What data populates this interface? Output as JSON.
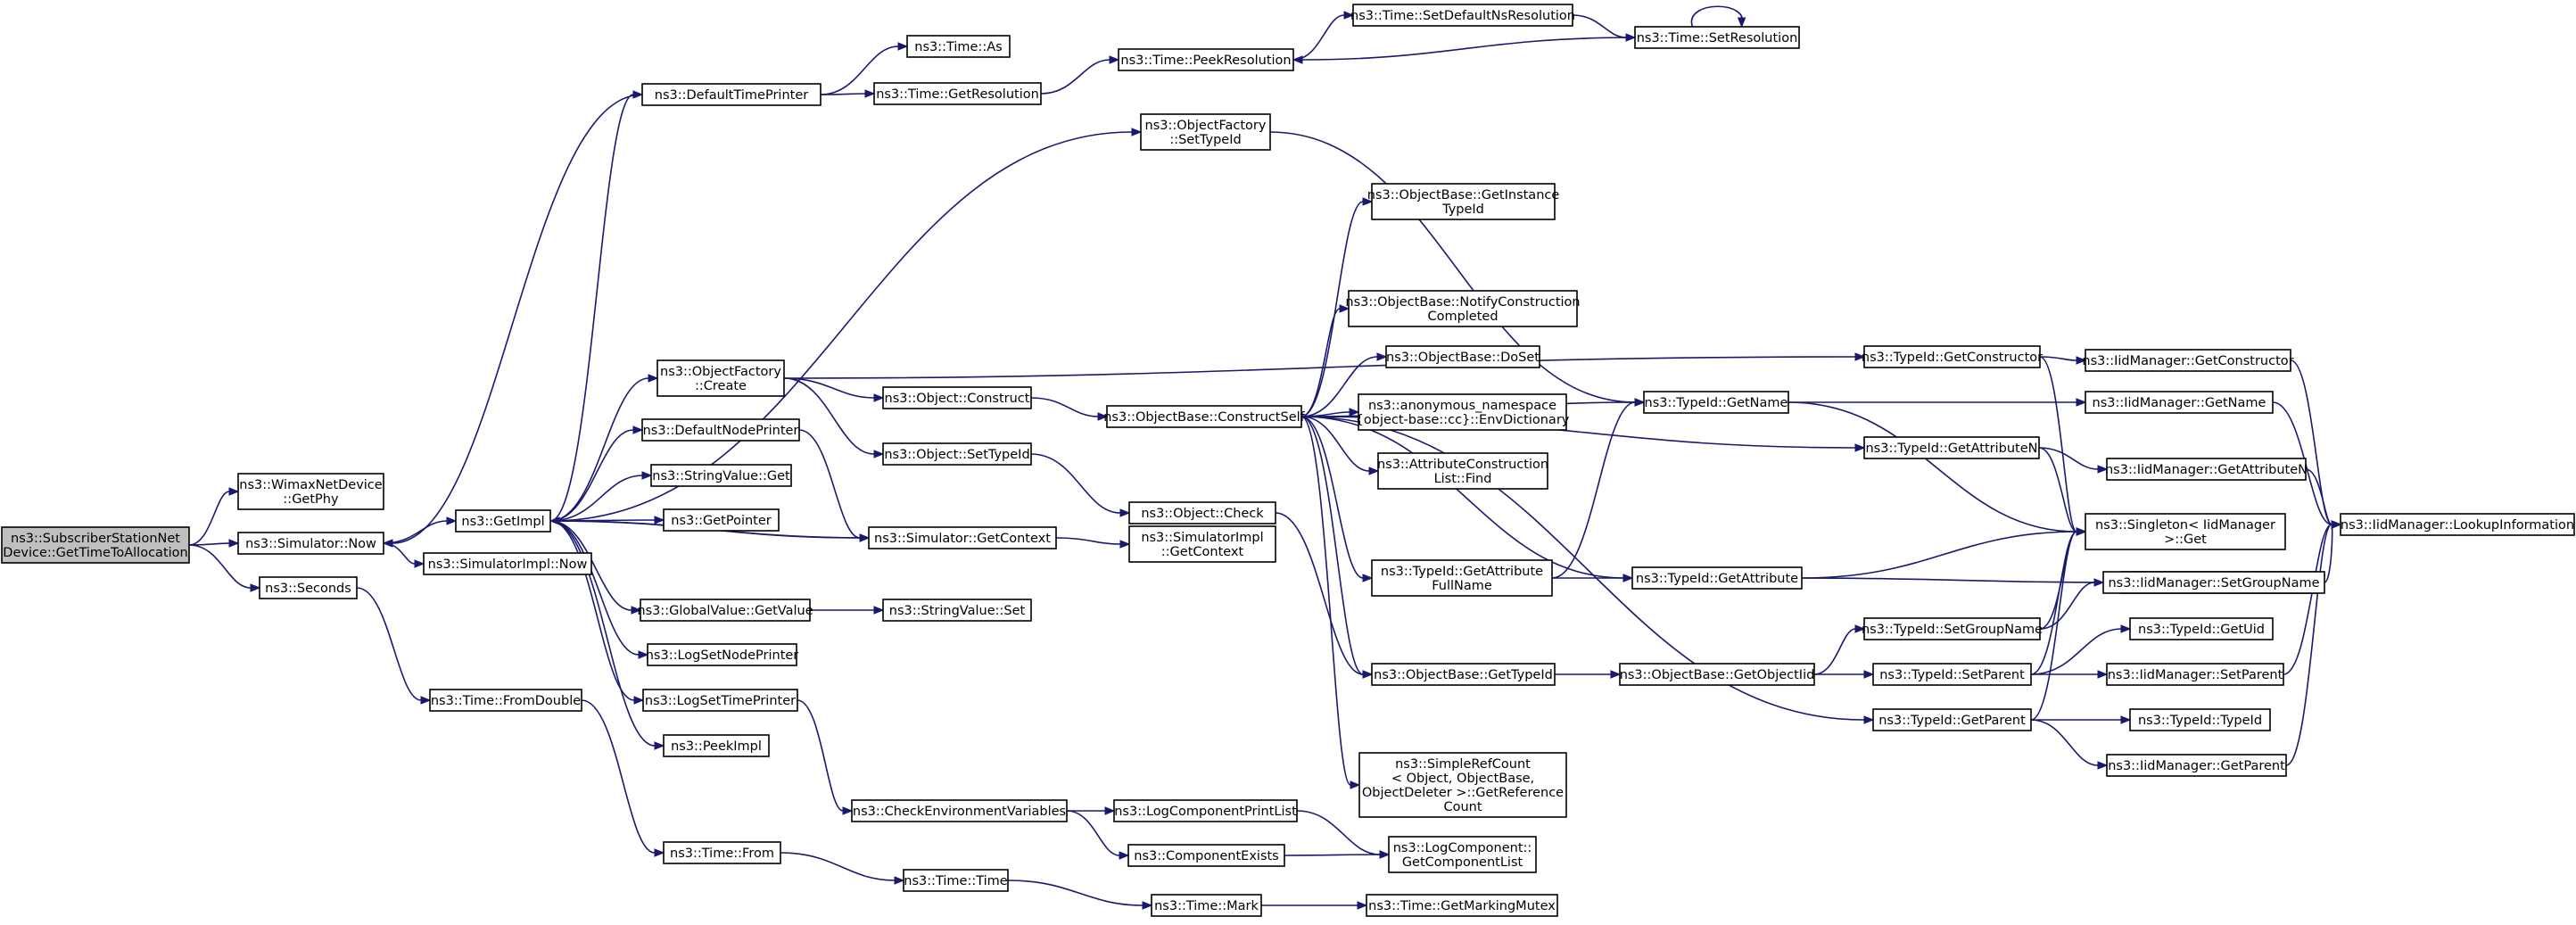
{
  "graph": {
    "nodes": [
      {
        "id": "root",
        "lines": [
          "ns3::SubscriberStationNet",
          "Device::GetTimeToAllocation"
        ]
      },
      {
        "id": "wimax_getphy",
        "lines": [
          "ns3::WimaxNetDevice",
          "::GetPhy"
        ]
      },
      {
        "id": "sim_now",
        "lines": [
          "ns3::Simulator::Now"
        ]
      },
      {
        "id": "seconds",
        "lines": [
          "ns3::Seconds"
        ]
      },
      {
        "id": "simimpl_now",
        "lines": [
          "ns3::SimulatorImpl::Now"
        ]
      },
      {
        "id": "getimpl",
        "lines": [
          "ns3::GetImpl"
        ]
      },
      {
        "id": "time_fromdouble",
        "lines": [
          "ns3::Time::FromDouble"
        ]
      },
      {
        "id": "defaulttimeprinter",
        "lines": [
          "ns3::DefaultTimePrinter"
        ]
      },
      {
        "id": "objfactory_create",
        "lines": [
          "ns3::ObjectFactory",
          "::Create"
        ]
      },
      {
        "id": "defaultnodeprinter",
        "lines": [
          "ns3::DefaultNodePrinter"
        ]
      },
      {
        "id": "stringvalue_get",
        "lines": [
          "ns3::StringValue::Get"
        ]
      },
      {
        "id": "getpointer",
        "lines": [
          "ns3::GetPointer"
        ]
      },
      {
        "id": "sim_getcontext",
        "lines": [
          "ns3::Simulator::GetContext"
        ]
      },
      {
        "id": "globalvalue_getvalue",
        "lines": [
          "ns3::GlobalValue::GetValue"
        ]
      },
      {
        "id": "logsetnodeprinter",
        "lines": [
          "ns3::LogSetNodePrinter"
        ]
      },
      {
        "id": "logsettimeprinter",
        "lines": [
          "ns3::LogSetTimePrinter"
        ]
      },
      {
        "id": "peekimpl",
        "lines": [
          "ns3::PeekImpl"
        ]
      },
      {
        "id": "time_from",
        "lines": [
          "ns3::Time::From"
        ]
      },
      {
        "id": "time_as",
        "lines": [
          "ns3::Time::As"
        ]
      },
      {
        "id": "time_getresolution",
        "lines": [
          "ns3::Time::GetResolution"
        ]
      },
      {
        "id": "object_construct",
        "lines": [
          "ns3::Object::Construct"
        ]
      },
      {
        "id": "object_settypeid",
        "lines": [
          "ns3::Object::SetTypeId"
        ]
      },
      {
        "id": "stringvalue_set",
        "lines": [
          "ns3::StringValue::Set"
        ]
      },
      {
        "id": "checkenvvars",
        "lines": [
          "ns3::CheckEnvironmentVariables"
        ]
      },
      {
        "id": "time_time",
        "lines": [
          "ns3::Time::Time"
        ]
      },
      {
        "id": "time_peekresolution",
        "lines": [
          "ns3::Time::PeekResolution"
        ]
      },
      {
        "id": "objfactory_settypeid",
        "lines": [
          "ns3::ObjectFactory",
          "::SetTypeId"
        ]
      },
      {
        "id": "objbase_constructself",
        "lines": [
          "ns3::ObjectBase::ConstructSelf"
        ]
      },
      {
        "id": "object_check",
        "lines": [
          "ns3::Object::Check"
        ]
      },
      {
        "id": "simimpl_getcontext",
        "lines": [
          "ns3::SimulatorImpl",
          "::GetContext"
        ]
      },
      {
        "id": "logcomponentprintlist",
        "lines": [
          "ns3::LogComponentPrintList"
        ]
      },
      {
        "id": "componentexists",
        "lines": [
          "ns3::ComponentExists"
        ]
      },
      {
        "id": "time_mark",
        "lines": [
          "ns3::Time::Mark"
        ]
      },
      {
        "id": "time_setdefaultns",
        "lines": [
          "ns3::Time::SetDefaultNsResolution"
        ]
      },
      {
        "id": "objbase_getinstancetypeid",
        "lines": [
          "ns3::ObjectBase::GetInstance",
          "TypeId"
        ]
      },
      {
        "id": "objbase_notifyconstruction",
        "lines": [
          "ns3::ObjectBase::NotifyConstruction",
          "Completed"
        ]
      },
      {
        "id": "objbase_doset",
        "lines": [
          "ns3::ObjectBase::DoSet"
        ]
      },
      {
        "id": "anon_envdictionary",
        "lines": [
          "ns3::anonymous_namespace",
          "{object-base::cc}::EnvDictionary"
        ]
      },
      {
        "id": "attrconstructionlist_find",
        "lines": [
          "ns3::AttributeConstruction",
          "List::Find"
        ]
      },
      {
        "id": "typeid_getattributefullname",
        "lines": [
          "ns3::TypeId::GetAttribute",
          "FullName"
        ]
      },
      {
        "id": "objbase_gettypeid",
        "lines": [
          "ns3::ObjectBase::GetTypeId"
        ]
      },
      {
        "id": "simplerefcount",
        "lines": [
          "ns3::SimpleRefCount",
          "< Object, ObjectBase,",
          "ObjectDeleter >::GetReference",
          "Count"
        ]
      },
      {
        "id": "logcomponent_getcomponentlist",
        "lines": [
          "ns3::LogComponent::",
          "GetComponentList"
        ]
      },
      {
        "id": "time_getmarkingmutex",
        "lines": [
          "ns3::Time::GetMarkingMutex"
        ]
      },
      {
        "id": "time_setresolution",
        "lines": [
          "ns3::Time::SetResolution"
        ]
      },
      {
        "id": "typeid_getname",
        "lines": [
          "ns3::TypeId::GetName"
        ]
      },
      {
        "id": "typeid_getattribute",
        "lines": [
          "ns3::TypeId::GetAttribute"
        ]
      },
      {
        "id": "objbase_getobjectiid",
        "lines": [
          "ns3::ObjectBase::GetObjectIid"
        ]
      },
      {
        "id": "typeid_getconstructor",
        "lines": [
          "ns3::TypeId::GetConstructor"
        ]
      },
      {
        "id": "typeid_getattributen",
        "lines": [
          "ns3::TypeId::GetAttributeN"
        ]
      },
      {
        "id": "typeid_setgroupname",
        "lines": [
          "ns3::TypeId::SetGroupName"
        ]
      },
      {
        "id": "typeid_setparent",
        "lines": [
          "ns3::TypeId::SetParent"
        ]
      },
      {
        "id": "typeid_getparent",
        "lines": [
          "ns3::TypeId::GetParent"
        ]
      },
      {
        "id": "iidmanager_getconstructor",
        "lines": [
          "ns3::IidManager::GetConstructor"
        ]
      },
      {
        "id": "iidmanager_getname",
        "lines": [
          "ns3::IidManager::GetName"
        ]
      },
      {
        "id": "iidmanager_getattributen",
        "lines": [
          "ns3::IidManager::GetAttributeN"
        ]
      },
      {
        "id": "singleton_get",
        "lines": [
          "ns3::Singleton< IidManager",
          " >::Get"
        ]
      },
      {
        "id": "iidmanager_getattribute",
        "lines": [
          "ns3::IidManager::GetAttribute"
        ]
      },
      {
        "id": "iidmanager_setgroupname",
        "lines": [
          "ns3::IidManager::SetGroupName"
        ]
      },
      {
        "id": "typeid_getuid",
        "lines": [
          "ns3::TypeId::GetUid"
        ]
      },
      {
        "id": "iidmanager_setparent",
        "lines": [
          "ns3::IidManager::SetParent"
        ]
      },
      {
        "id": "typeid_typeid",
        "lines": [
          "ns3::TypeId::TypeId"
        ]
      },
      {
        "id": "iidmanager_getparent",
        "lines": [
          "ns3::IidManager::GetParent"
        ]
      },
      {
        "id": "iidmanager_lookupinformation",
        "lines": [
          "ns3::IidManager::LookupInformation"
        ]
      }
    ],
    "edges": [
      [
        "root",
        "wimax_getphy"
      ],
      [
        "root",
        "sim_now"
      ],
      [
        "root",
        "seconds"
      ],
      [
        "sim_now",
        "getimpl"
      ],
      [
        "sim_now",
        "simimpl_now"
      ],
      [
        "seconds",
        "time_fromdouble"
      ],
      [
        "getimpl",
        "defaulttimeprinter"
      ],
      [
        "getimpl",
        "objfactory_create"
      ],
      [
        "getimpl",
        "defaultnodeprinter"
      ],
      [
        "getimpl",
        "stringvalue_get"
      ],
      [
        "getimpl",
        "getpointer"
      ],
      [
        "getimpl",
        "sim_getcontext"
      ],
      [
        "getimpl",
        "globalvalue_getvalue"
      ],
      [
        "getimpl",
        "logsetnodeprinter"
      ],
      [
        "getimpl",
        "logsettimeprinter"
      ],
      [
        "getimpl",
        "peekimpl"
      ],
      [
        "getimpl",
        "objfactory_settypeid"
      ],
      [
        "defaultnodeprinter",
        "sim_getcontext"
      ],
      [
        "sim_getcontext",
        "getimpl"
      ],
      [
        "defaulttimeprinter",
        "sim_now"
      ],
      [
        "time_fromdouble",
        "time_from"
      ],
      [
        "time_from",
        "time_time"
      ],
      [
        "time_time",
        "time_mark"
      ],
      [
        "time_mark",
        "time_getmarkingmutex"
      ],
      [
        "defaulttimeprinter",
        "time_as"
      ],
      [
        "defaulttimeprinter",
        "time_getresolution"
      ],
      [
        "time_getresolution",
        "time_peekresolution"
      ],
      [
        "time_peekresolution",
        "time_setdefaultns"
      ],
      [
        "time_setdefaultns",
        "time_setresolution"
      ],
      [
        "time_setresolution",
        "time_peekresolution"
      ],
      [
        "time_setresolution",
        "time_setresolution"
      ],
      [
        "objfactory_create",
        "object_construct"
      ],
      [
        "objfactory_create",
        "object_settypeid"
      ],
      [
        "objfactory_create",
        "typeid_getconstructor"
      ],
      [
        "object_construct",
        "objbase_constructself"
      ],
      [
        "object_settypeid",
        "object_check"
      ],
      [
        "object_check",
        "objbase_gettypeid"
      ],
      [
        "globalvalue_getvalue",
        "stringvalue_set"
      ],
      [
        "logsettimeprinter",
        "checkenvvars"
      ],
      [
        "checkenvvars",
        "logcomponentprintlist"
      ],
      [
        "checkenvvars",
        "componentexists"
      ],
      [
        "logcomponentprintlist",
        "logcomponent_getcomponentlist"
      ],
      [
        "componentexists",
        "logcomponent_getcomponentlist"
      ],
      [
        "sim_getcontext",
        "simimpl_getcontext"
      ],
      [
        "objfactory_settypeid",
        "typeid_getname"
      ],
      [
        "objbase_constructself",
        "objbase_getinstancetypeid"
      ],
      [
        "objbase_constructself",
        "objbase_notifyconstruction"
      ],
      [
        "objbase_constructself",
        "objbase_doset"
      ],
      [
        "objbase_constructself",
        "anon_envdictionary"
      ],
      [
        "objbase_constructself",
        "attrconstructionlist_find"
      ],
      [
        "objbase_constructself",
        "typeid_getattributefullname"
      ],
      [
        "objbase_constructself",
        "objbase_gettypeid"
      ],
      [
        "objbase_constructself",
        "simplerefcount"
      ],
      [
        "objbase_constructself",
        "typeid_getname"
      ],
      [
        "objbase_constructself",
        "typeid_getattributen"
      ],
      [
        "objbase_constructself",
        "typeid_getattribute"
      ],
      [
        "objbase_constructself",
        "typeid_getparent"
      ],
      [
        "typeid_getattributefullname",
        "typeid_getname"
      ],
      [
        "typeid_getattributefullname",
        "typeid_getattribute"
      ],
      [
        "objbase_gettypeid",
        "objbase_getobjectiid"
      ],
      [
        "objbase_getobjectiid",
        "typeid_setgroupname"
      ],
      [
        "objbase_getobjectiid",
        "typeid_setparent"
      ],
      [
        "typeid_getname",
        "iidmanager_getname"
      ],
      [
        "typeid_getname",
        "singleton_get"
      ],
      [
        "typeid_getattribute",
        "iidmanager_getattribute"
      ],
      [
        "typeid_getattribute",
        "singleton_get"
      ],
      [
        "typeid_getconstructor",
        "iidmanager_getconstructor"
      ],
      [
        "typeid_getconstructor",
        "singleton_get"
      ],
      [
        "typeid_getattributen",
        "iidmanager_getattributen"
      ],
      [
        "typeid_getattributen",
        "singleton_get"
      ],
      [
        "typeid_setgroupname",
        "iidmanager_setgroupname"
      ],
      [
        "typeid_setgroupname",
        "singleton_get"
      ],
      [
        "typeid_setparent",
        "typeid_getuid"
      ],
      [
        "typeid_setparent",
        "iidmanager_setparent"
      ],
      [
        "typeid_setparent",
        "singleton_get"
      ],
      [
        "typeid_getparent",
        "typeid_typeid"
      ],
      [
        "typeid_getparent",
        "iidmanager_getparent"
      ],
      [
        "typeid_getparent",
        "singleton_get"
      ],
      [
        "iidmanager_getconstructor",
        "iidmanager_lookupinformation"
      ],
      [
        "iidmanager_getname",
        "iidmanager_lookupinformation"
      ],
      [
        "iidmanager_getattributen",
        "iidmanager_lookupinformation"
      ],
      [
        "iidmanager_setgroupname",
        "iidmanager_lookupinformation"
      ],
      [
        "iidmanager_setparent",
        "iidmanager_lookupinformation"
      ],
      [
        "iidmanager_getparent",
        "iidmanager_lookupinformation"
      ]
    ]
  }
}
